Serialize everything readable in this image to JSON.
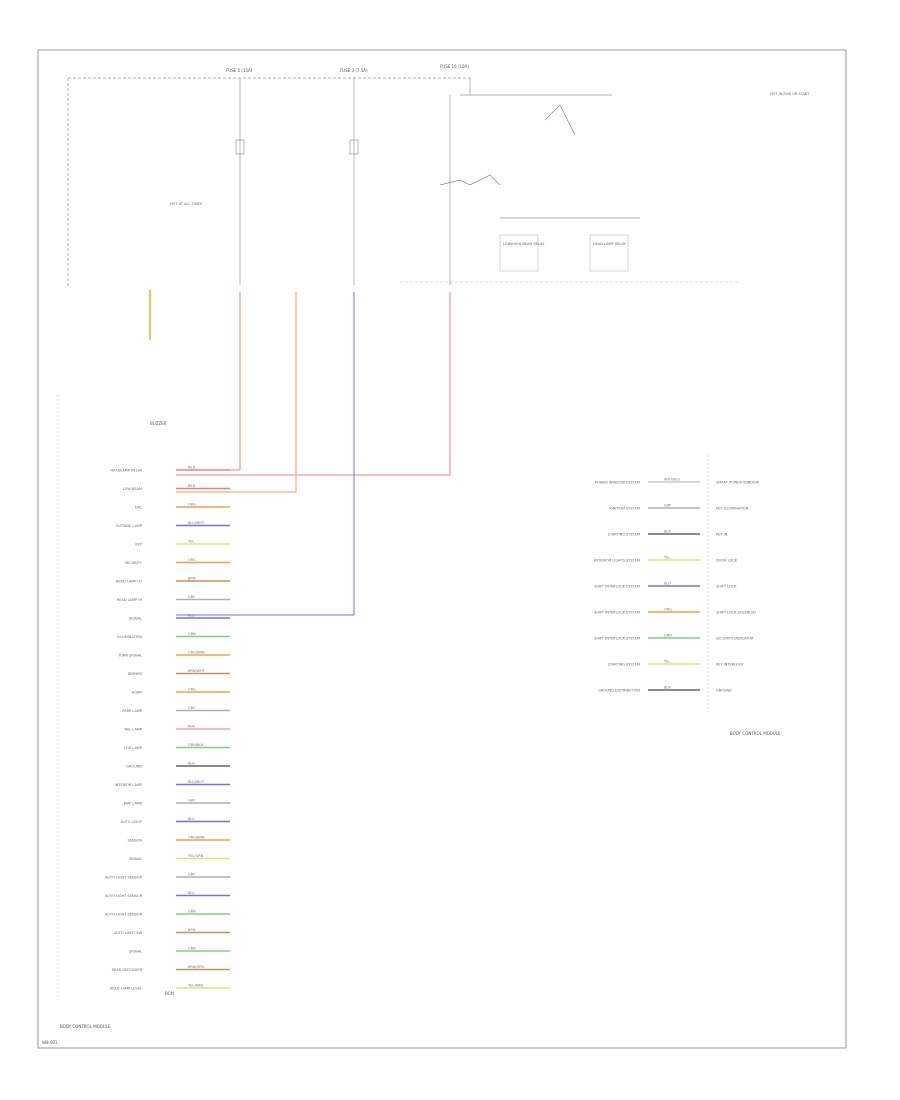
{
  "footer": {
    "code": "W8-001"
  },
  "fuse_labels": [
    "FUSE 5 (15A)",
    "FUSE 3 (7.5A)",
    "FUSE 16 (10A)"
  ],
  "relay_labels": [
    "LOW/HIGH BEAM RELAY",
    "HEAD LAMP RELAY"
  ],
  "hot_note": "HOT AT ALL TIMES",
  "right_header_note": "HOT IN RUN OR START",
  "left_module_name": "BCM",
  "left_module_caption": "BODY CONTROL MODULE",
  "right_module_caption": "BODY CONTROL MODULE",
  "buzzer_label": "BUZZER",
  "left_pins": [
    {
      "label": "HEADLAMP RELAY",
      "wire": "RED"
    },
    {
      "label": "LOW BEAM",
      "wire": "RED"
    },
    {
      "label": "DRL",
      "wire": "ORG"
    },
    {
      "label": "OUTSIDE LAMP",
      "wire": "BLU/WHT"
    },
    {
      "label": "KEY",
      "wire": "YEL"
    },
    {
      "label": "SECURITY",
      "wire": "ORG"
    },
    {
      "label": "HEAD LAMP LO",
      "wire": "BRN"
    },
    {
      "label": "HEAD LAMP HI",
      "wire": "GRY"
    },
    {
      "label": "SIGNAL",
      "wire": "BLU"
    },
    {
      "label": "ILLUMINATION",
      "wire": "GRN"
    },
    {
      "label": "TURN SIGNAL",
      "wire": "ORG/BRN"
    },
    {
      "label": "DIMMER",
      "wire": "BRN/WHT"
    },
    {
      "label": "HORN",
      "wire": "ORG"
    },
    {
      "label": "PARK LAMP",
      "wire": "GRY"
    },
    {
      "label": "TAIL LAMP",
      "wire": "PNK"
    },
    {
      "label": "FOG LAMP",
      "wire": "GRN/BLK"
    },
    {
      "label": "GROUND",
      "wire": "BLK"
    },
    {
      "label": "INTERIOR LAMP",
      "wire": "BLU/WHT"
    },
    {
      "label": "MAP LAMP",
      "wire": "GRY"
    },
    {
      "label": "AUTO LIGHT",
      "wire": "BLU"
    },
    {
      "label": "SENSOR",
      "wire": "ORG/BRN"
    },
    {
      "label": "SIGNAL",
      "wire": "YEL/GRN"
    },
    {
      "label": "AUTO LIGHT SENSOR",
      "wire": "GRY"
    },
    {
      "label": "AUTO LIGHT SENSOR",
      "wire": "BLU"
    },
    {
      "label": "AUTO LIGHT SENSOR",
      "wire": "GRN"
    },
    {
      "label": "AUTO LIGHT SW",
      "wire": "BRN"
    },
    {
      "label": "SIGNAL",
      "wire": "GRN"
    },
    {
      "label": "REAR DEFOGGER",
      "wire": "BRN/ORG"
    },
    {
      "label": "HEAD LAMP LEVEL",
      "wire": "YEL/BRN"
    }
  ],
  "right_pins": [
    {
      "label": "POWER WINDOW SYSTEM",
      "wire": "WHT/BLU",
      "pin_label": "SMART POWER WINDOW"
    },
    {
      "label": "IGNITION SYSTEM",
      "wire": "GRY",
      "pin_label": "KEY ILLUMINATION"
    },
    {
      "label": "STARTING SYSTEM",
      "wire": "BLK",
      "pin_label": "KEY IN"
    },
    {
      "label": "EXTERIOR LIGHTS SYSTEM",
      "wire": "YEL",
      "pin_label": "DOOR LOCK"
    },
    {
      "label": "SHIFT INTERLOCK SYSTEM",
      "wire": "BLU",
      "pin_label": "SHIFT LOCK"
    },
    {
      "label": "SHIFT INTERLOCK SYSTEM",
      "wire": "ORG",
      "pin_label": "SHIFT LOCK SOLENOID"
    },
    {
      "label": "SHIFT INTERLOCK SYSTEM",
      "wire": "GRN",
      "pin_label": "SECURITY INDICATOR"
    },
    {
      "label": "STARTING SYSTEM",
      "wire": "YEL",
      "pin_label": "KEY INTERLOCK"
    },
    {
      "label": "GROUND DISTRIBUTION",
      "wire": "BLK",
      "pin_label": "GROUND"
    }
  ]
}
